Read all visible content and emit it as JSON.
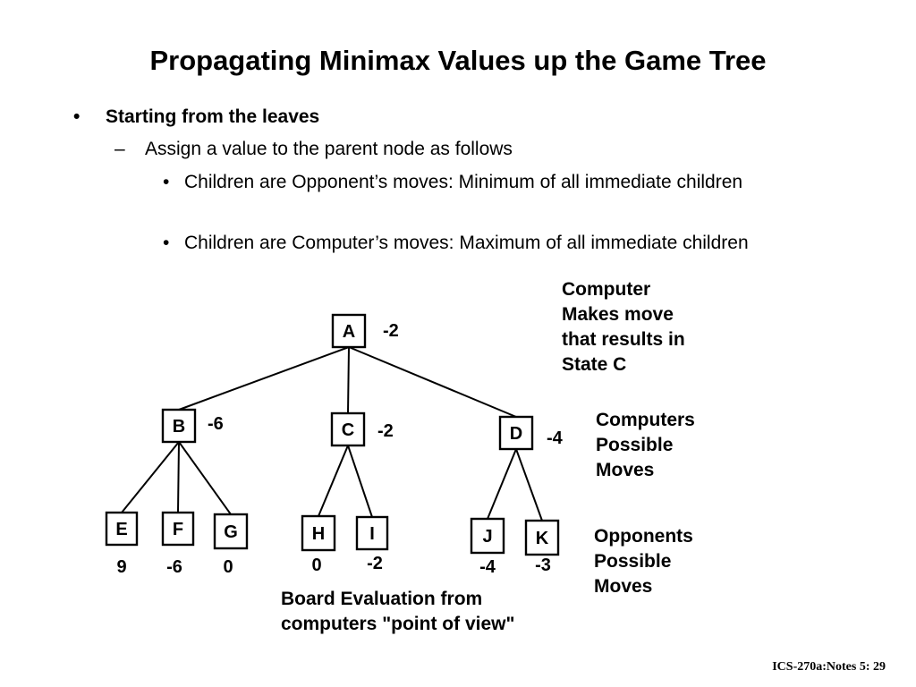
{
  "slide": {
    "title": "Propagating Minimax Values up the Game Tree",
    "bullets": {
      "l1": {
        "mark": "•",
        "text": "Starting from the leaves"
      },
      "l2": {
        "mark": "–",
        "text": "Assign a value to the parent node as follows"
      },
      "l3": [
        {
          "mark": "•",
          "text": " Children are Opponent’s moves: Minimum of all immediate children"
        },
        {
          "mark": "•",
          "text": "Children are Computer’s moves: Maximum of all immediate children"
        }
      ]
    },
    "annotations": {
      "top": "Computer\nMakes move\nthat results in\nState C",
      "mid": "Computers\nPossible\nMoves",
      "low": "Opponents\nPossible\nMoves",
      "bottom": "Board Evaluation from\ncomputers \"point of view\""
    },
    "footer": "ICS-270a:Notes 5: 29"
  },
  "tree": {
    "nodes": [
      {
        "id": "A",
        "label": "A",
        "value": "-2"
      },
      {
        "id": "B",
        "label": "B",
        "value": "-6"
      },
      {
        "id": "C",
        "label": "C",
        "value": "-2"
      },
      {
        "id": "D",
        "label": "D",
        "value": "-4"
      },
      {
        "id": "E",
        "label": "E",
        "value": "9"
      },
      {
        "id": "F",
        "label": "F",
        "value": "-6"
      },
      {
        "id": "G",
        "label": "G",
        "value": "0"
      },
      {
        "id": "H",
        "label": "H",
        "value": "0"
      },
      {
        "id": "I",
        "label": "I",
        "value": "-2"
      },
      {
        "id": "J",
        "label": "J",
        "value": "-4"
      },
      {
        "id": "K",
        "label": "K",
        "value": "-3"
      }
    ],
    "edges": [
      [
        "A",
        "B"
      ],
      [
        "A",
        "C"
      ],
      [
        "A",
        "D"
      ],
      [
        "B",
        "E"
      ],
      [
        "B",
        "F"
      ],
      [
        "B",
        "G"
      ],
      [
        "C",
        "H"
      ],
      [
        "C",
        "I"
      ],
      [
        "D",
        "J"
      ],
      [
        "D",
        "K"
      ]
    ]
  }
}
